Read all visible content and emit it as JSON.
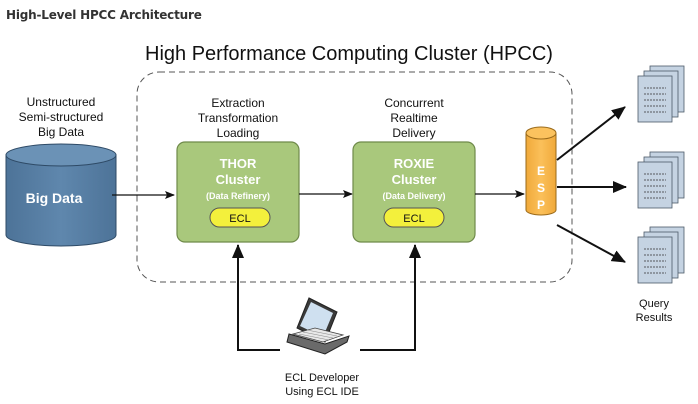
{
  "page": {
    "title": "High-Level HPCC Architecture"
  },
  "diagram": {
    "cluster_title": "High Performance Computing Cluster (HPCC)",
    "source": {
      "caption_lines": [
        "Unstructured",
        "Semi-structured",
        "Big Data"
      ],
      "label": "Big Data",
      "color": "#5a82a8"
    },
    "thor": {
      "caption_lines": [
        "Extraction",
        "Transformation",
        "Loading"
      ],
      "name_lines": [
        "THOR",
        "Cluster"
      ],
      "subtitle": "(Data Refinery)",
      "badge": "ECL",
      "color": "#a9c87c"
    },
    "roxie": {
      "caption_lines": [
        "Concurrent",
        "Realtime",
        "Delivery"
      ],
      "name_lines": [
        "ROXIE",
        "Cluster"
      ],
      "subtitle": "(Data Delivery)",
      "badge": "ECL",
      "color": "#a9c87c"
    },
    "esp": {
      "letters": [
        "E",
        "S",
        "P"
      ],
      "color": "#f7b84c"
    },
    "results": {
      "caption_lines": [
        "Query",
        "Results"
      ],
      "count": 3,
      "color": "#c5d3e2"
    },
    "developer": {
      "caption_lines": [
        "ECL Developer",
        "Using ECL IDE"
      ],
      "icon": "laptop-icon"
    },
    "badge_color": "#f3f03c"
  }
}
